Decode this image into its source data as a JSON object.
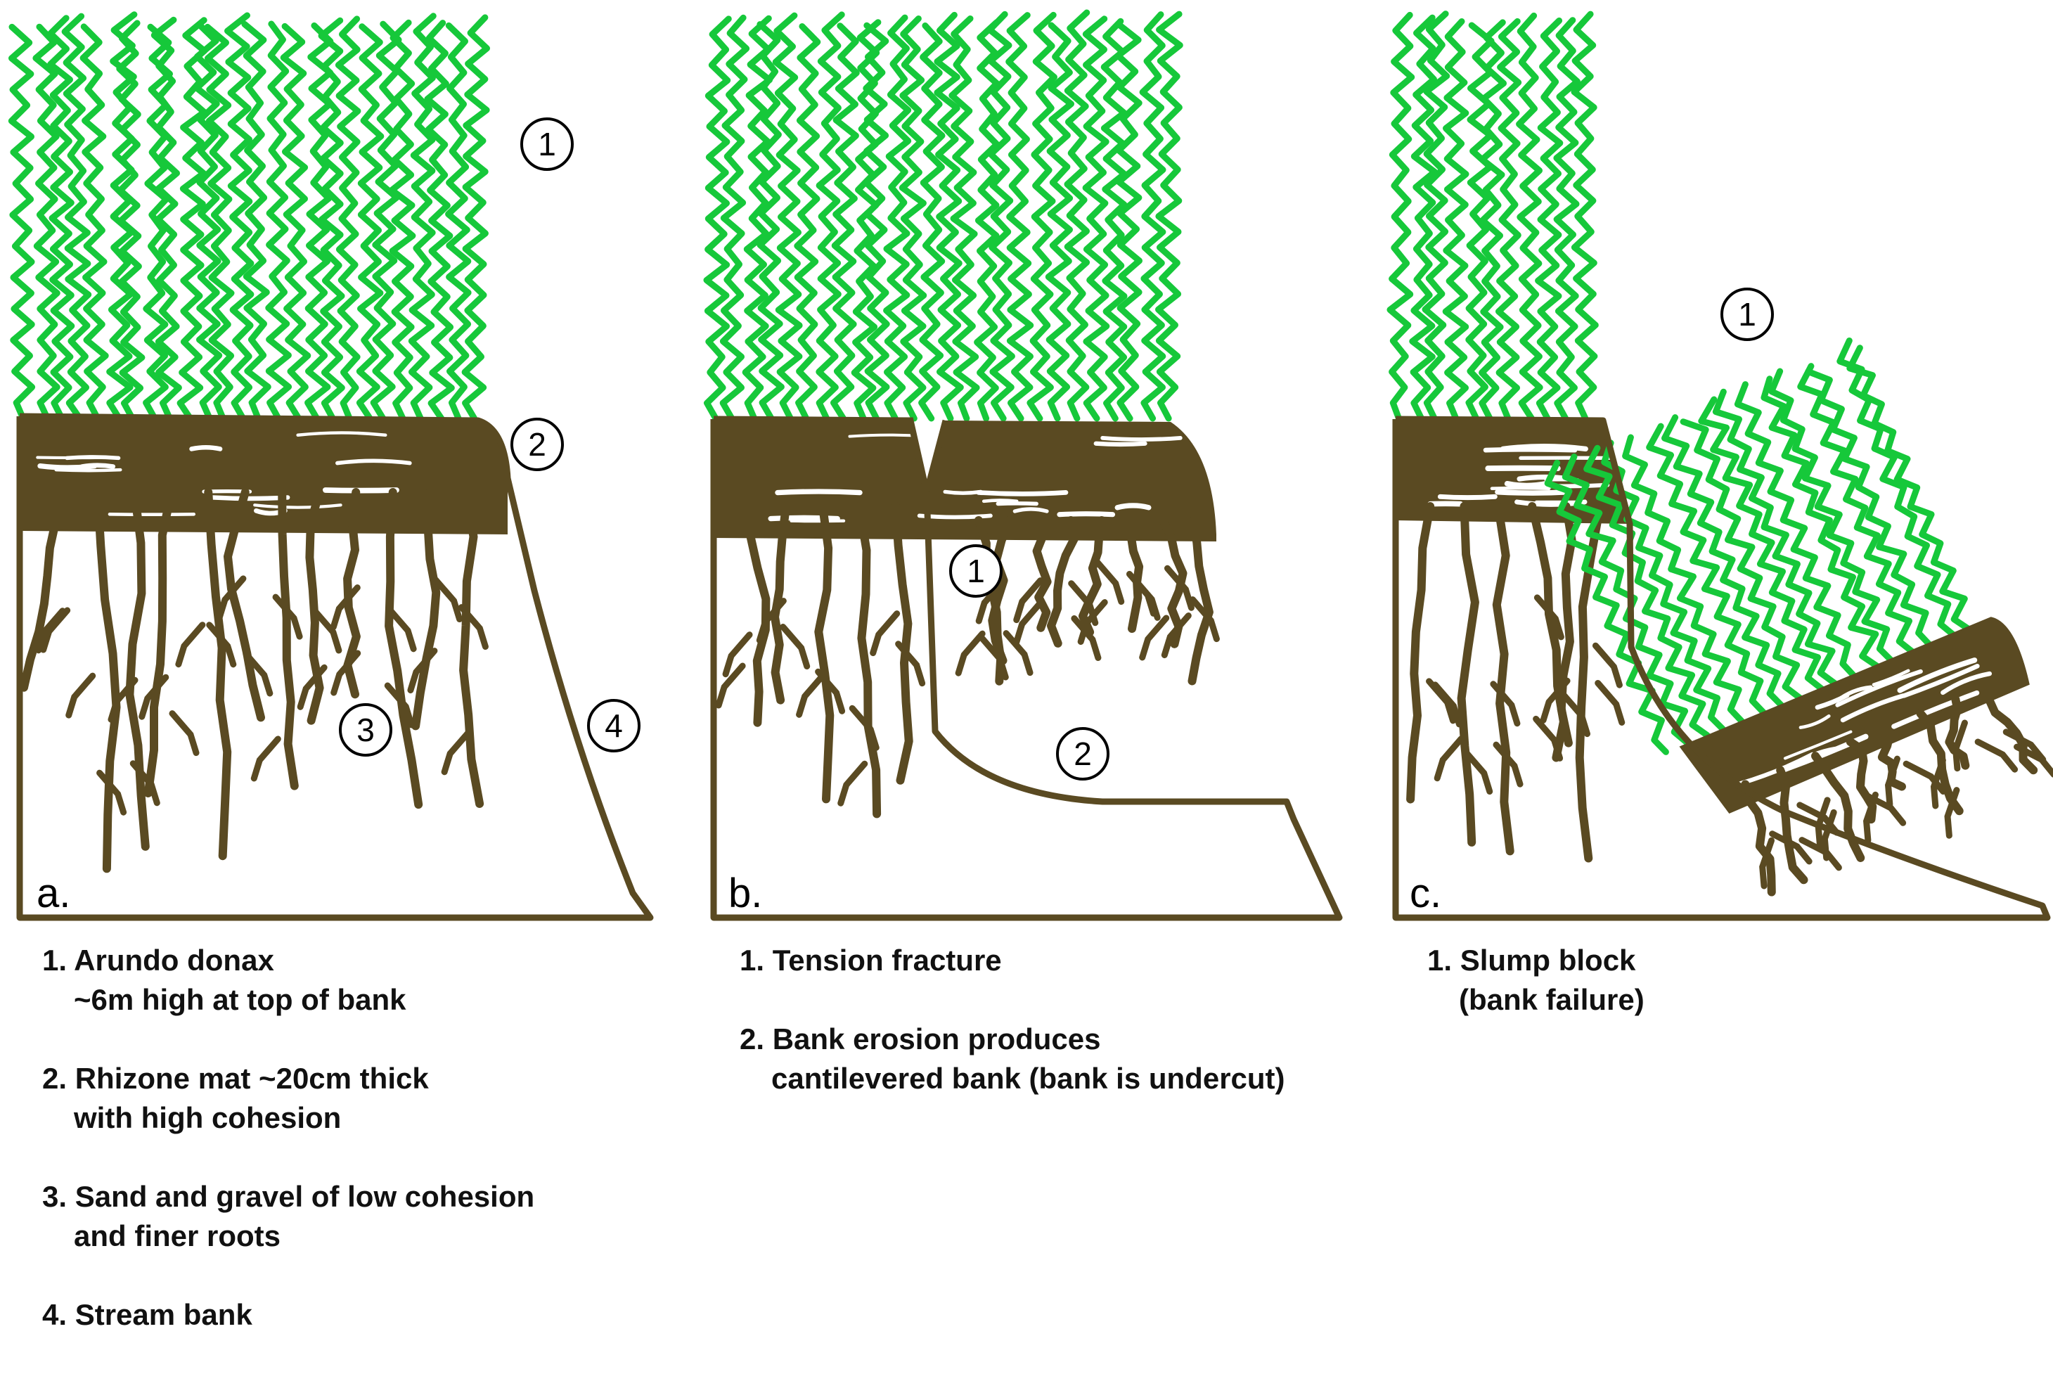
{
  "colors": {
    "vegetation": "#16c83a",
    "soil": "#5a4a22",
    "outline": "#5a4a22",
    "text": "#111111",
    "background": "#ffffff"
  },
  "panels": [
    {
      "id": "a",
      "label": "a.",
      "markers": [
        "1",
        "2",
        "3",
        "4"
      ],
      "captions": [
        {
          "number": "1.",
          "lines": [
            "Arundo donax",
            "~6m high at top of bank"
          ]
        },
        {
          "number": "2.",
          "lines": [
            "Rhizone mat ~20cm thick",
            "with high cohesion"
          ]
        },
        {
          "number": "3.",
          "lines": [
            "Sand and gravel of low cohesion",
            "and finer roots"
          ]
        },
        {
          "number": "4.",
          "lines": [
            "Stream bank"
          ]
        }
      ]
    },
    {
      "id": "b",
      "label": "b.",
      "markers": [
        "1",
        "2"
      ],
      "captions": [
        {
          "number": "1.",
          "lines": [
            "Tension fracture"
          ]
        },
        {
          "number": "2.",
          "lines": [
            "Bank erosion produces",
            "cantilevered bank (bank is undercut)"
          ]
        }
      ]
    },
    {
      "id": "c",
      "label": "c.",
      "markers": [
        "1"
      ],
      "captions": [
        {
          "number": "1.",
          "lines": [
            "Slump block",
            "(bank failure)"
          ]
        }
      ]
    }
  ]
}
